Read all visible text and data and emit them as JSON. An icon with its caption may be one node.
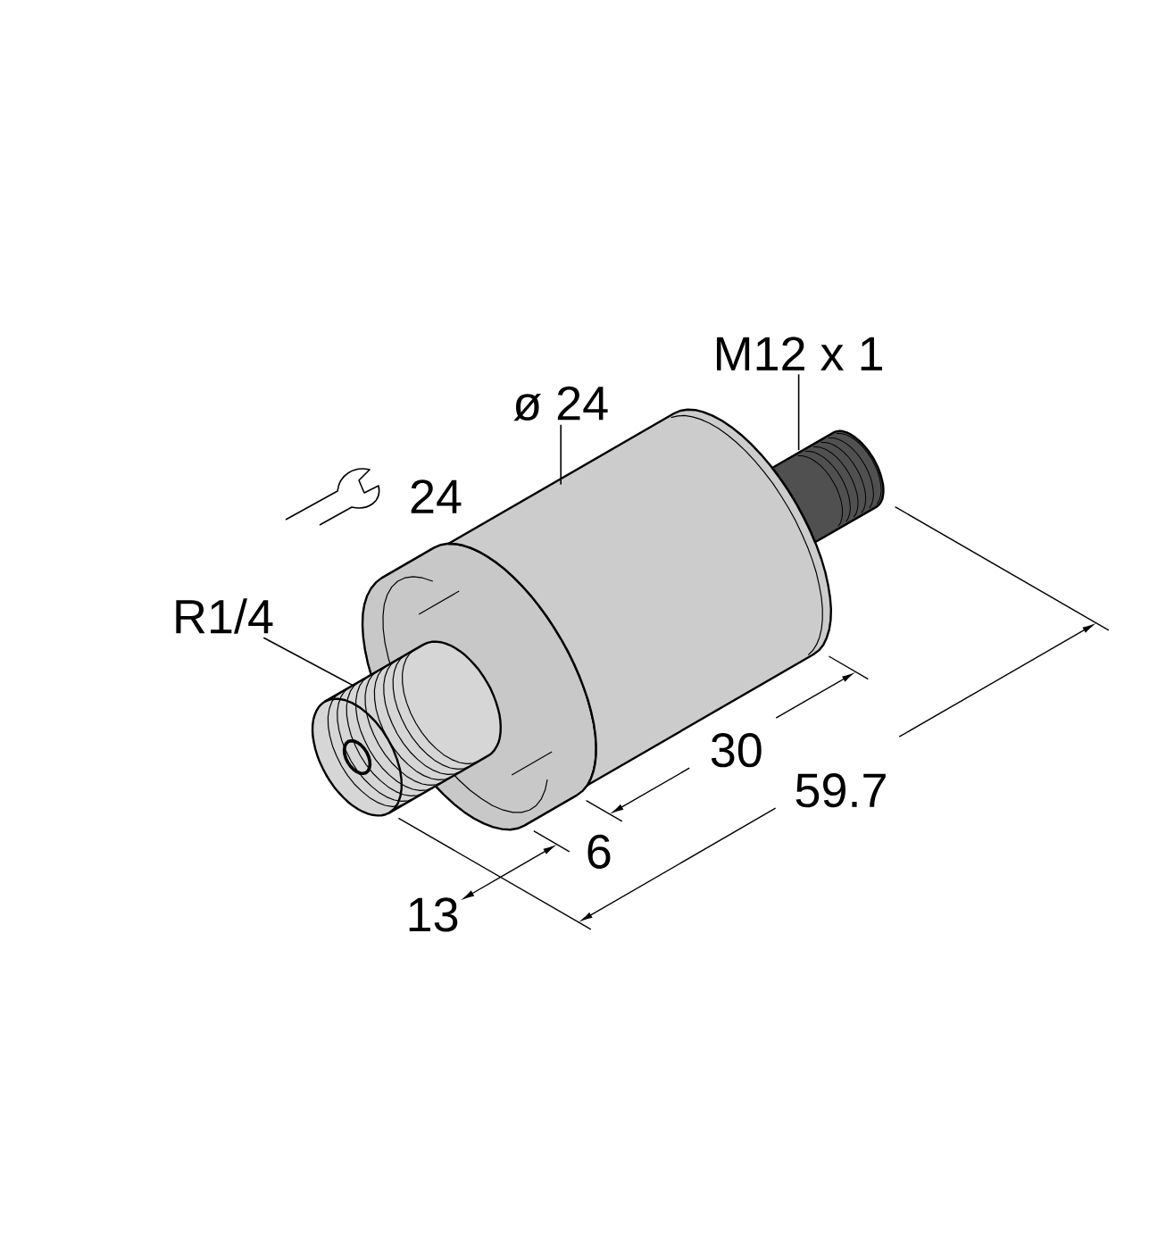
{
  "diagram": {
    "nodes": [
      {
        "text": [
          "M12 x 1"
        ]
      },
      {
        "text": [],
        "shape": "picture"
      },
      {
        "text": [
          "ø 24"
        ]
      },
      {
        "text": [],
        "shape": "picture"
      },
      {
        "text": [
          "R1/4"
        ]
      },
      {
        "text": [],
        "shape": "picture"
      }
    ],
    "edges": [
      {
        "from": 0,
        "to": 1,
        "arrow": "none"
      },
      {
        "from": 2,
        "to": 3,
        "arrow": "none"
      },
      {
        "from": 4,
        "to": 5,
        "arrow": "none"
      }
    ],
    "labels": [
      "24",
      "30",
      "59.7",
      "6",
      "13"
    ]
  }
}
